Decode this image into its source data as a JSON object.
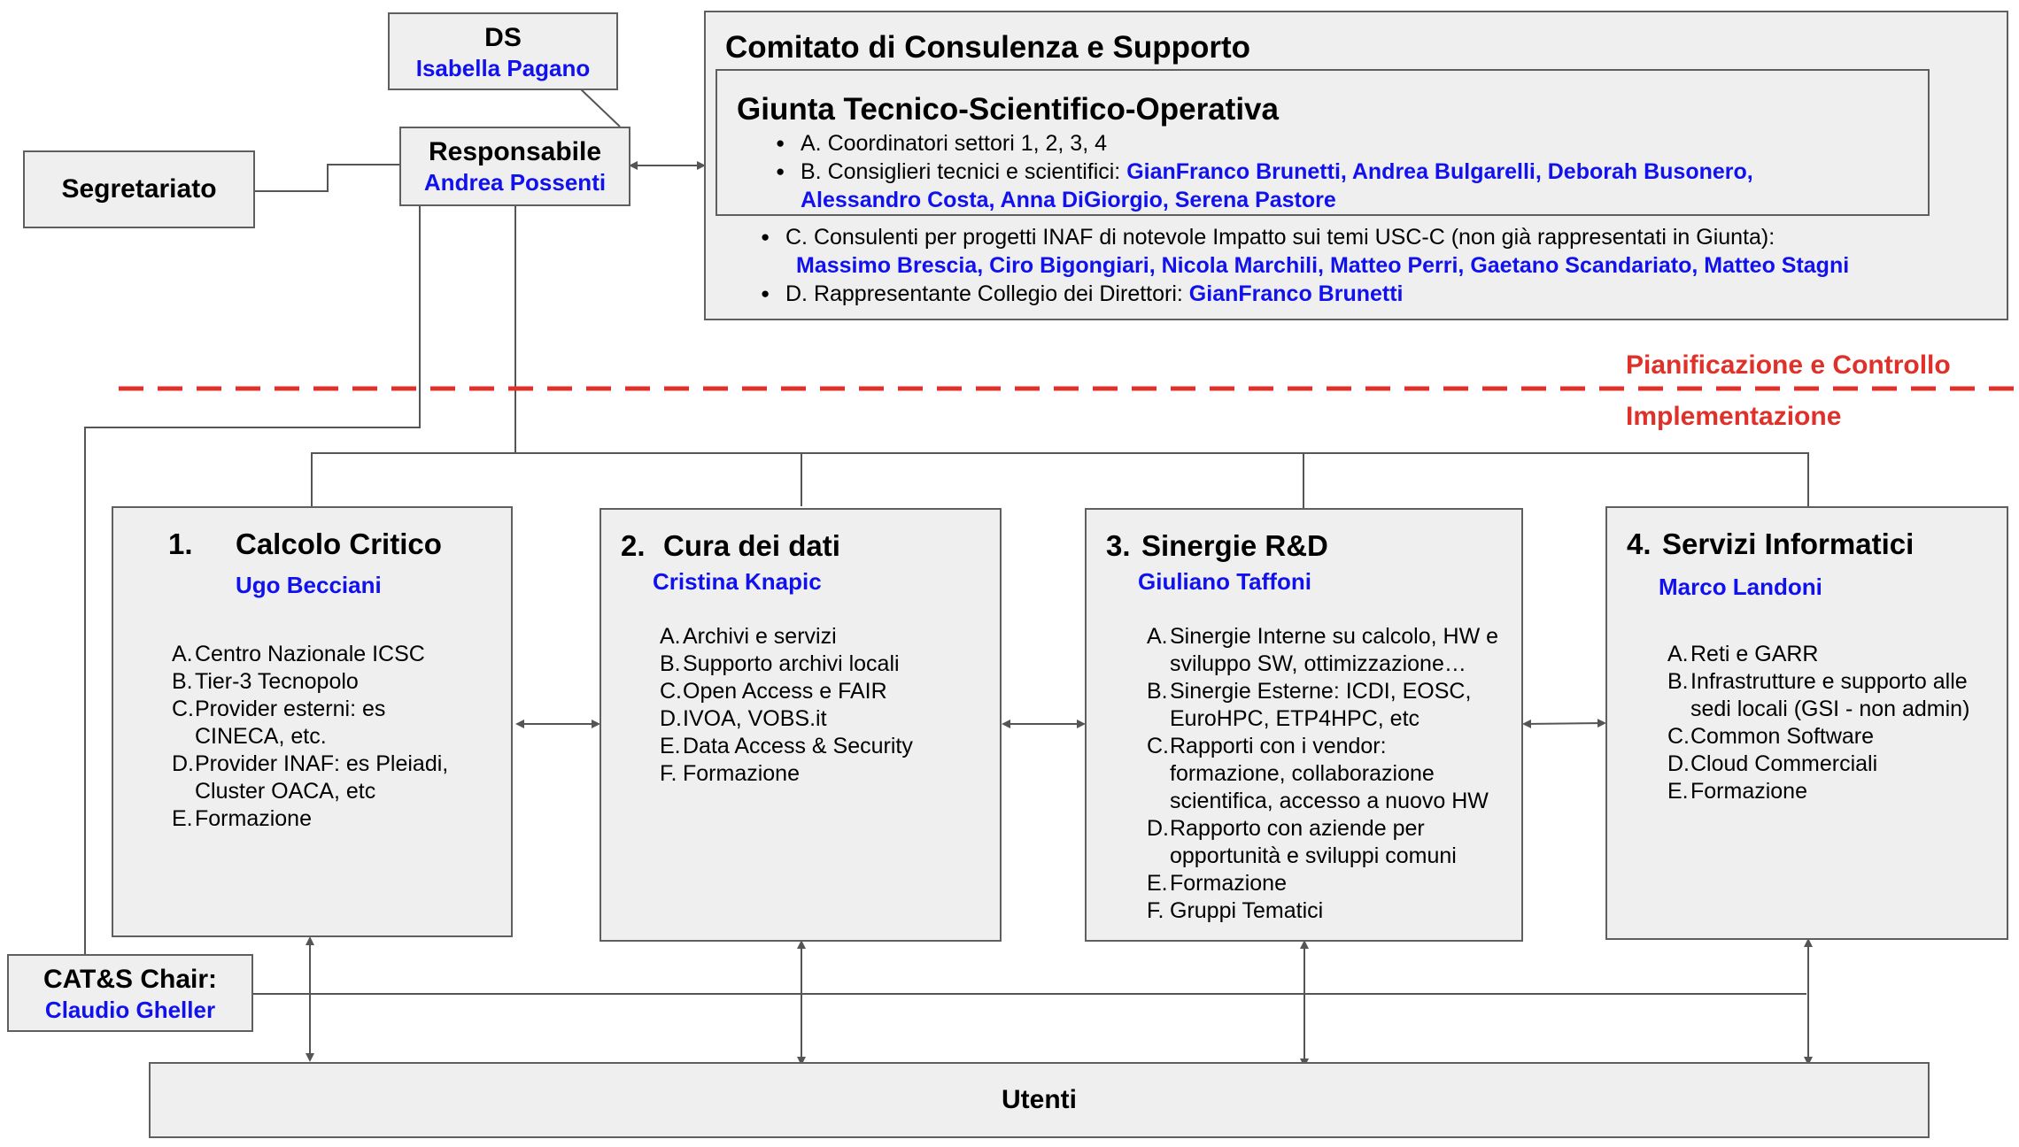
{
  "ds": {
    "title": "DS",
    "name": "Isabella Pagano"
  },
  "responsabile": {
    "title": "Responsabile",
    "name": "Andrea Possenti"
  },
  "segretariato": {
    "title": "Segretariato"
  },
  "comitato": {
    "title": "Comitato di Consulenza e Supporto",
    "giunta": {
      "title": "Giunta Tecnico-Scientifico-Operativa",
      "a": "A. Coordinatori settori 1, 2, 3, 4",
      "b_prefix": "B. Consiglieri tecnici e scientifici: ",
      "b_names_1": "GianFranco Brunetti, Andrea Bulgarelli, Deborah Busonero,",
      "b_names_2": "Alessandro Costa, Anna DiGiorgio, Serena Pastore"
    },
    "c_text": "C. Consulenti per progetti INAF di notevole Impatto sui temi USC-C (non già rappresentati in Giunta):",
    "c_names": "Massimo Brescia, Ciro Bigongiari, Nicola Marchili, Matteo Perri, Gaetano Scandariato, Matteo Stagni",
    "d_prefix": "D. Rappresentante Collegio dei Direttori: ",
    "d_name": "GianFranco Brunetti"
  },
  "labels": {
    "planning": "Pianificazione e Controllo",
    "implementation": "Implementazione"
  },
  "sectors": [
    {
      "num": "1.",
      "title": "Calcolo Critico",
      "lead": "Ugo Becciani",
      "items": [
        {
          "l": "A.",
          "t": "Centro Nazionale ICSC"
        },
        {
          "l": "B.",
          "t": "Tier-3 Tecnopolo"
        },
        {
          "l": "C.",
          "t": "Provider esterni: es CINECA, etc."
        },
        {
          "l": "D.",
          "t": "Provider INAF: es Pleiadi, Cluster OACA, etc"
        },
        {
          "l": "E.",
          "t": "Formazione"
        }
      ]
    },
    {
      "num": "2.",
      "title": "Cura dei dati",
      "lead": "Cristina Knapic",
      "items": [
        {
          "l": "A.",
          "t": "Archivi e servizi"
        },
        {
          "l": "B.",
          "t": "Supporto archivi locali"
        },
        {
          "l": "C.",
          "t": "Open Access e FAIR"
        },
        {
          "l": "D.",
          "t": "IVOA, VOBS.it"
        },
        {
          "l": "E.",
          "t": "Data Access & Security"
        },
        {
          "l": "F.",
          "t": "Formazione"
        }
      ]
    },
    {
      "num": "3.",
      "title": "Sinergie R&D",
      "lead": "Giuliano Taffoni",
      "items": [
        {
          "l": "A.",
          "t": "Sinergie Interne su calcolo, HW e sviluppo SW, ottimizzazione…"
        },
        {
          "l": "B.",
          "t": "Sinergie Esterne: ICDI, EOSC, EuroHPC, ETP4HPC, etc"
        },
        {
          "l": "C.",
          "t": "Rapporti con i vendor: formazione, collaborazione scientifica, accesso a nuovo HW"
        },
        {
          "l": "D.",
          "t": "Rapporto con aziende per opportunità  e  sviluppi comuni"
        },
        {
          "l": "E.",
          "t": "Formazione"
        },
        {
          "l": "F.",
          "t": "Gruppi Tematici"
        }
      ]
    },
    {
      "num": "4.",
      "title": "Servizi Informatici",
      "lead": "Marco Landoni",
      "items": [
        {
          "l": "A.",
          "t": "Reti e GARR"
        },
        {
          "l": "B.",
          "t": "Infrastrutture e supporto alle sedi locali (GSI - non admin)"
        },
        {
          "l": "C.",
          "t": "Common Software"
        },
        {
          "l": "D.",
          "t": "Cloud Commerciali"
        },
        {
          "l": "E.",
          "t": "Formazione"
        }
      ]
    }
  ],
  "cats": {
    "title": "CAT&S Chair:",
    "name": "Claudio Gheller"
  },
  "utenti": {
    "title": "Utenti"
  }
}
